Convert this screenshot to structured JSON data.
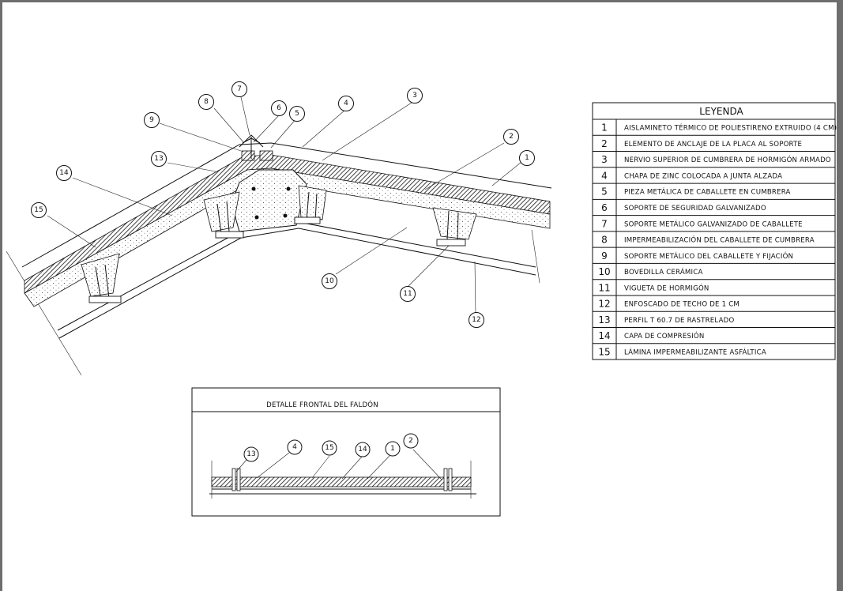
{
  "legend": {
    "title": "LEYENDA",
    "items": [
      {
        "num": "1",
        "text": "AISLAMINETO TÉRMICO DE POLIESTIRENO EXTRUIDO (4 CM)"
      },
      {
        "num": "2",
        "text": "ELEMENTO DE ANCLAJE DE LA PLACA AL SOPORTE"
      },
      {
        "num": "3",
        "text": "NERVIO SUPERIOR DE CUMBRERA DE HORMIGÓN ARMADO"
      },
      {
        "num": "4",
        "text": "CHAPA DE ZINC COLOCADA A JUNTA ALZADA"
      },
      {
        "num": "5",
        "text": "PIEZA METÁLICA DE CABALLETE EN   CUMBRERA"
      },
      {
        "num": "6",
        "text": "SOPORTE DE SEGURIDAD GALVANIZADO"
      },
      {
        "num": "7",
        "text": "SOPORTE METÁLICO GALVANIZADO DE CABALLETE"
      },
      {
        "num": "8",
        "text": "IMPERMEABILIZACIÓN DEL CABALLETE DE CUMBRERA"
      },
      {
        "num": "9",
        "text": "SOPORTE METÁLICO DEL CABALLETE Y FIJACIÓN"
      },
      {
        "num": "10",
        "text": "BOVEDILLA CERÁMICA"
      },
      {
        "num": "11",
        "text": "VIGUETA DE HORMIGÓN"
      },
      {
        "num": "12",
        "text": "ENFOSCADO DE TECHO   DE 1 CM"
      },
      {
        "num": "13",
        "text": "PERFIL T 60.7 DE RASTRELADO"
      },
      {
        "num": "14",
        "text": "CAPA DE COMPRESIÓN"
      },
      {
        "num": "15",
        "text": "LÁMINA IMPERMEABILIZANTE ASFÁLTICA"
      }
    ]
  },
  "section_callouts": [
    "7",
    "8",
    "6",
    "5",
    "4",
    "3",
    "9",
    "13",
    "14",
    "15",
    "2",
    "1",
    "10",
    "11",
    "12"
  ],
  "detail": {
    "title": "DETALLE FRONTAL DEL FALDÓN",
    "callouts": [
      "13",
      "4",
      "15",
      "14",
      "1",
      "2"
    ]
  }
}
